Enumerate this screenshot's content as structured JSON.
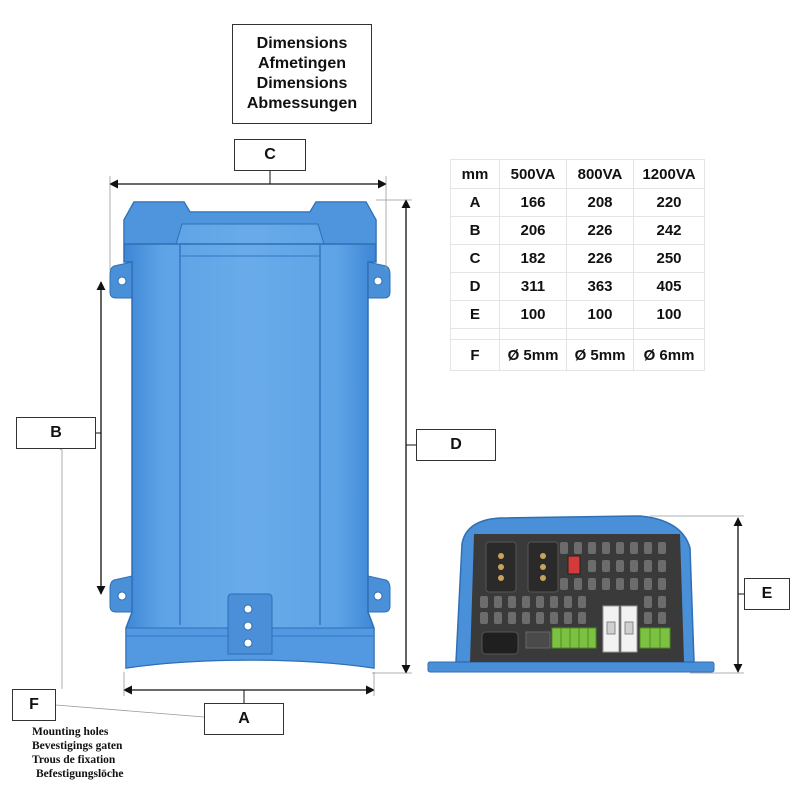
{
  "title": {
    "lines": [
      "Dimensions",
      "Afmetingen",
      "Dimensions",
      "Abmessungen"
    ]
  },
  "labels": {
    "a": "A",
    "b": "B",
    "c": "C",
    "d": "D",
    "e": "E",
    "f": "F"
  },
  "table": {
    "headers": [
      "mm",
      "500VA",
      "800VA",
      "1200VA"
    ],
    "rows": [
      [
        "A",
        "166",
        "208",
        "220"
      ],
      [
        "B",
        "206",
        "226",
        "242"
      ],
      [
        "C",
        "182",
        "226",
        "250"
      ],
      [
        "D",
        "311",
        "363",
        "405"
      ],
      [
        "E",
        "100",
        "100",
        "100"
      ]
    ],
    "f_row": [
      "F",
      "Ø 5mm",
      "Ø 5mm",
      "Ø 6mm"
    ]
  },
  "mounting_holes": {
    "lines": [
      "Mounting holes",
      "Bevestigings gaten",
      "Trous de fixation",
      "Befestigungslöche"
    ]
  },
  "colors": {
    "housing_blue": "#4a90d9",
    "housing_light": "#6aaeea",
    "housing_dark": "#2f6fb4",
    "panel_dark": "#3a3a3a",
    "terminal_green": "#7cc142",
    "dimension_line": "#111111"
  }
}
